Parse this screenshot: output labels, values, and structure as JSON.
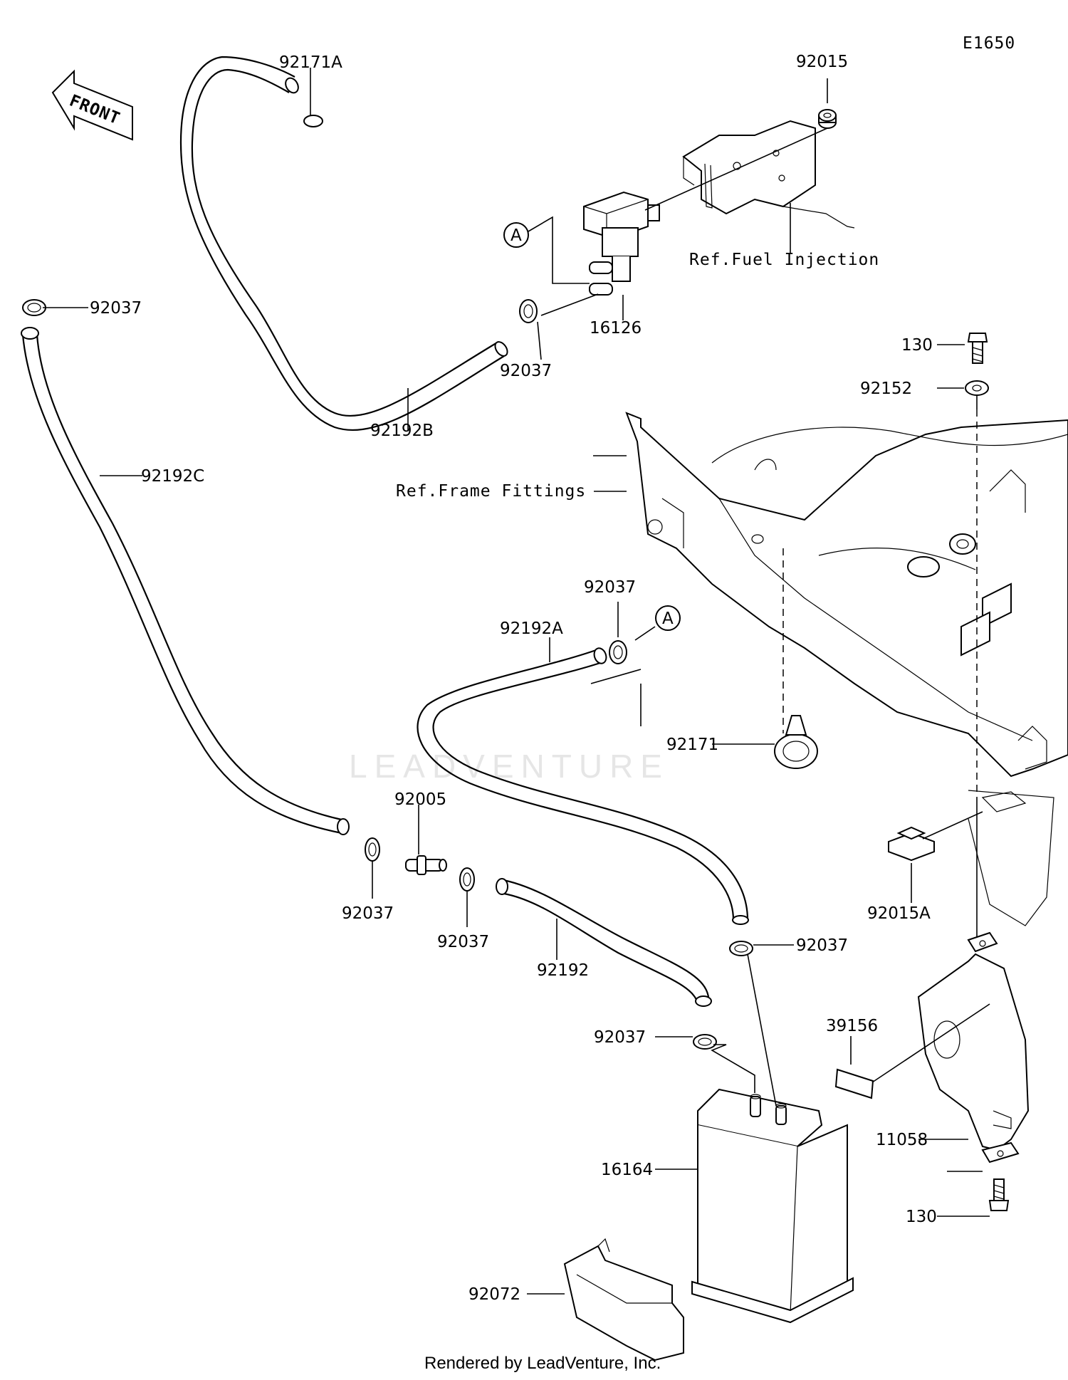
{
  "diagram": {
    "code": "E1650",
    "front_label": "FRONT",
    "watermark": "LEADVENTURE",
    "footer": "Rendered by LeadVenture, Inc.",
    "callout_letter": "A"
  },
  "references": {
    "fuel_injection": "Ref.Fuel Injection",
    "frame_fittings": "Ref.Frame Fittings"
  },
  "parts": {
    "p92171A": "92171A",
    "p92015": "92015",
    "p92037_topleft": "92037",
    "p92037_valve": "92037",
    "p16126": "16126",
    "p92192B": "92192B",
    "p92192C": "92192C",
    "p130_top": "130",
    "p92152": "92152",
    "p92037_mid": "92037",
    "p92192A": "92192A",
    "p92171": "92171",
    "p92005": "92005",
    "p92037_low1": "92037",
    "p92037_low2": "92037",
    "p92192": "92192",
    "p92037_right": "92037",
    "p92015A": "92015A",
    "p92037_canister": "92037",
    "p39156": "39156",
    "p16164": "16164",
    "p11058": "11058",
    "p130_bottom": "130",
    "p92072": "92072"
  }
}
